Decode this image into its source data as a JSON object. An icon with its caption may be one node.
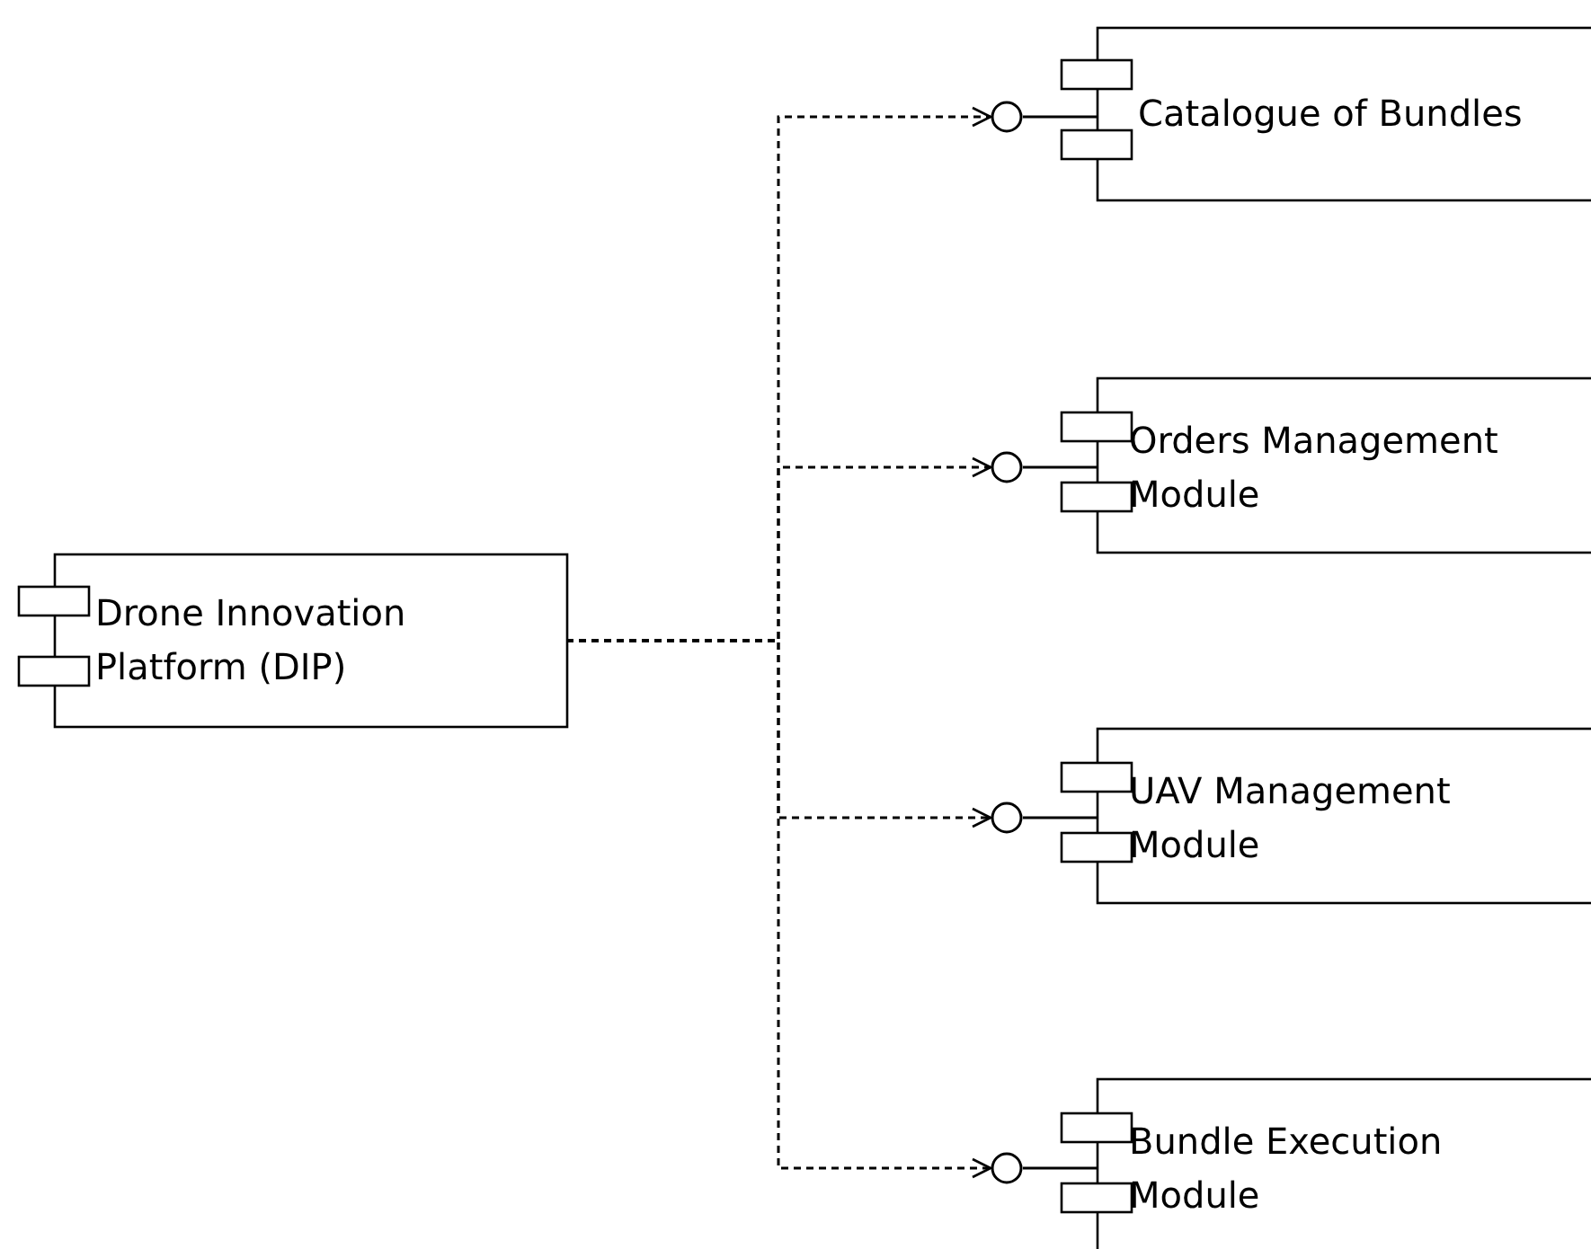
{
  "diagram": {
    "nodes": [
      {
        "text": [
          "Drone Innovation Platform (DIP)"
        ]
      },
      {
        "text": [],
        "shape": "circle"
      },
      {
        "text": [
          "Catalogue of Bundles"
        ]
      },
      {
        "text": [],
        "shape": "circle"
      },
      {
        "text": [
          "Orders Management Module"
        ]
      },
      {
        "text": [],
        "shape": "circle"
      },
      {
        "text": [
          "UAV Management Module"
        ]
      },
      {
        "text": [],
        "shape": "circle"
      },
      {
        "text": [
          "Bundle Execution Module"
        ]
      }
    ],
    "edges": [
      {
        "from": 0,
        "to": 1,
        "arrow": "to",
        "style": "dashed"
      },
      {
        "from": 1,
        "to": 2,
        "arrow": "none"
      },
      {
        "from": 0,
        "to": 3,
        "arrow": "to",
        "style": "dashed"
      },
      {
        "from": 3,
        "to": 4,
        "arrow": "none"
      },
      {
        "from": 0,
        "to": 5,
        "arrow": "to",
        "style": "dashed"
      },
      {
        "from": 5,
        "to": 6,
        "arrow": "none"
      },
      {
        "from": 0,
        "to": 7,
        "arrow": "to",
        "style": "dashed"
      },
      {
        "from": 7,
        "to": 8,
        "arrow": "none"
      }
    ]
  }
}
